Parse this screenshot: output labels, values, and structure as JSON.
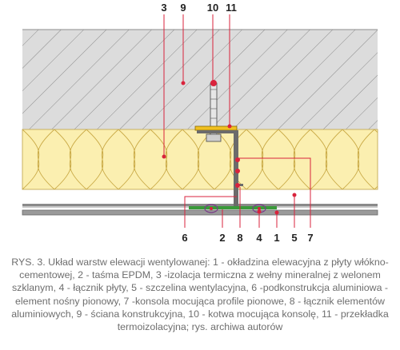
{
  "figure": {
    "top_labels": [
      "3",
      "9",
      "10",
      "11"
    ],
    "bottom_labels": [
      "6",
      "2",
      "8",
      "4",
      "1",
      "5",
      "7"
    ],
    "colors": {
      "wall": "#dcdcdc",
      "insulation": "#fbefb0",
      "leader": "#d9233c",
      "bracket": "#6b6b6b",
      "thermal_pad": "#f0c020",
      "epdm": "#3a9a3a",
      "cladding": "#9a9a9a"
    }
  },
  "caption": {
    "text": "RYS. 3. Układ warstw elewacji wentylowanej: 1 - okładzina elewacyjna z płyty włókno-cementowej, 2 - taśma EPDM, 3 -izolacja termiczna z wełny mineralnej z welonem szklanym, 4 - łącznik płyty, 5 - szczelina wentylacyjna, 6 -podkonstrukcja aluminiowa - element nośny pionowy, 7 -konsola mocująca profile pionowe, 8 - łącznik elementów aluminiowych, 9 - ściana konstrukcyjna, 10 - kotwa mocująca konsolę, 11 - przekładka termoizolacyjna; rys. archiwa autorów"
  }
}
